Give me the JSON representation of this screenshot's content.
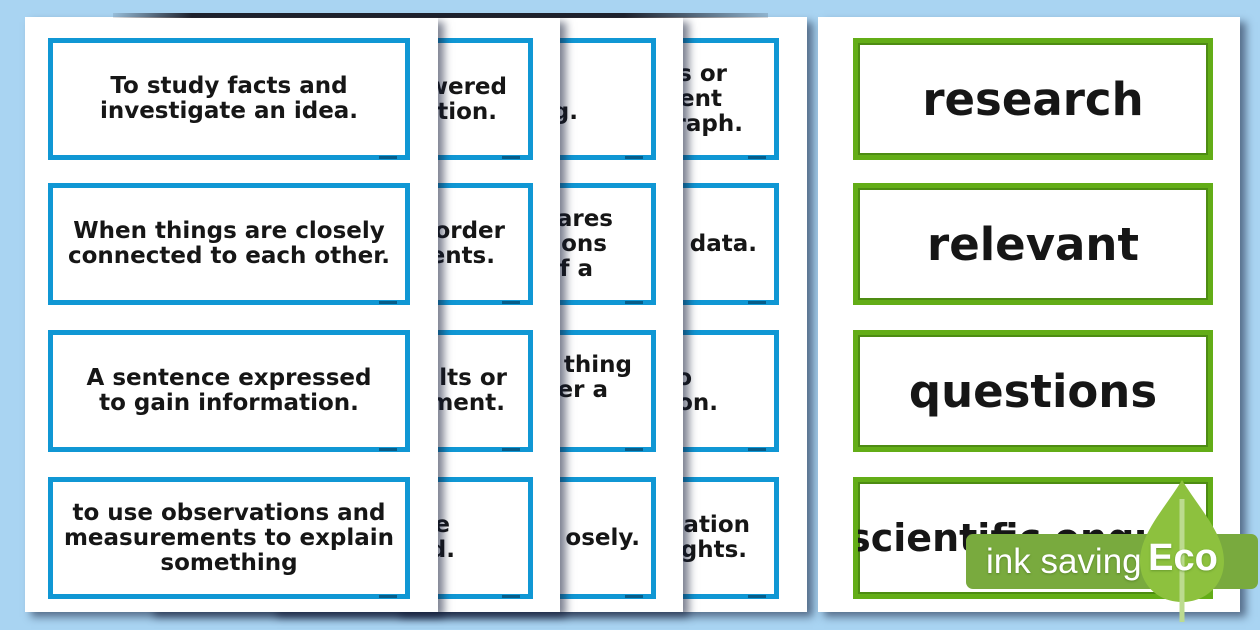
{
  "colors": {
    "background": "#a9d4f2",
    "card_border_blue": "#1097d4",
    "card_border_green": "#63ad17",
    "badge_band_green": "#79aa3e",
    "leaf_green": "#8dc13e",
    "text": "#161616"
  },
  "stack": {
    "front_page": {
      "cards": [
        "To study facts and\ninvestigate an idea.",
        "When things are closely\nconnected to each other.",
        "A sentence expressed\nto gain information.",
        "to use observations and\nmeasurements to explain\nsomething"
      ]
    },
    "page2": {
      "cards": [
        [
          "swered",
          "ation."
        ],
        [
          "n order",
          "ments."
        ],
        [
          "sults or",
          "riment."
        ],
        [
          "e",
          "d."
        ]
      ]
    },
    "page3": {
      "cards": [
        [
          "g."
        ],
        [
          "pares",
          "tions",
          "of a"
        ],
        [
          "ne thing",
          "wer a"
        ],
        [
          "osely."
        ]
      ]
    },
    "page4": {
      "cards": [
        [
          "rs or",
          "sent",
          "graph."
        ],
        [
          "d data."
        ],
        [
          "o",
          "tion."
        ],
        [
          "rmation",
          "eights."
        ]
      ]
    }
  },
  "word_page": {
    "cards": [
      "research",
      "relevant",
      "questions",
      "scientific enquiry"
    ]
  },
  "badge": {
    "ink_label": "ink saving",
    "eco_label": "Eco"
  }
}
